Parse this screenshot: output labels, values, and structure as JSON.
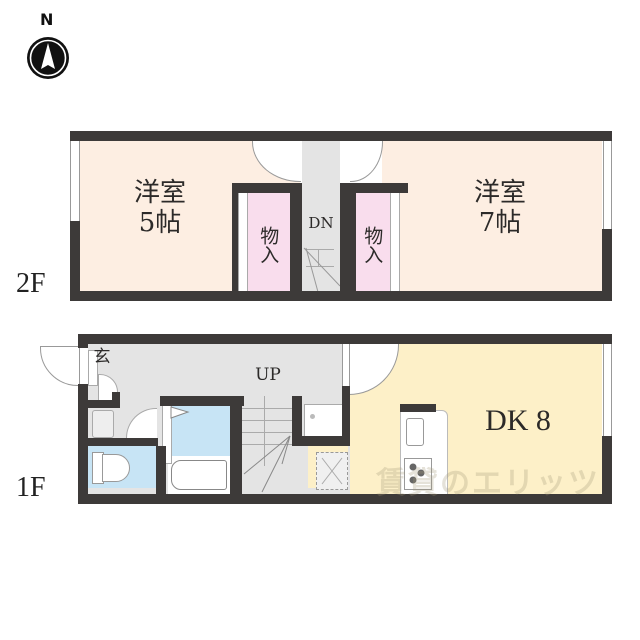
{
  "compass": {
    "label": "N",
    "icon": "north-arrow-icon"
  },
  "floors": {
    "second": {
      "label": "2F",
      "rooms": [
        {
          "id": "western-room-5",
          "name": "洋室",
          "size": "5帖",
          "color": "#fdeee2"
        },
        {
          "id": "closet-left",
          "name": "物入",
          "color": "#f9dded"
        },
        {
          "id": "stair-down",
          "name": "DN",
          "color": "#e4e4e4"
        },
        {
          "id": "closet-right",
          "name": "物入",
          "color": "#f9dded"
        },
        {
          "id": "western-room-7",
          "name": "洋室",
          "size": "7帖",
          "color": "#fdeee2"
        }
      ]
    },
    "first": {
      "label": "1F",
      "rooms": [
        {
          "id": "entrance",
          "name": "玄",
          "color": "#e4e4e4"
        },
        {
          "id": "hall-up",
          "name": "UP",
          "color": "#e4e4e4"
        },
        {
          "id": "bathroom",
          "name": "",
          "color": "#c7e4f5"
        },
        {
          "id": "toilet",
          "name": "",
          "color": "#c7e4f5"
        },
        {
          "id": "dining-kitchen",
          "name": "DK",
          "size": "8",
          "color": "#fdf0c8"
        }
      ]
    }
  },
  "watermark": "賃貸のエリッツ",
  "colors": {
    "wall": "#3d3a39",
    "western": "#fdeee2",
    "closet": "#f9dded",
    "hall": "#e4e4e4",
    "wet": "#c7e4f5",
    "dk": "#fdf0c8"
  }
}
